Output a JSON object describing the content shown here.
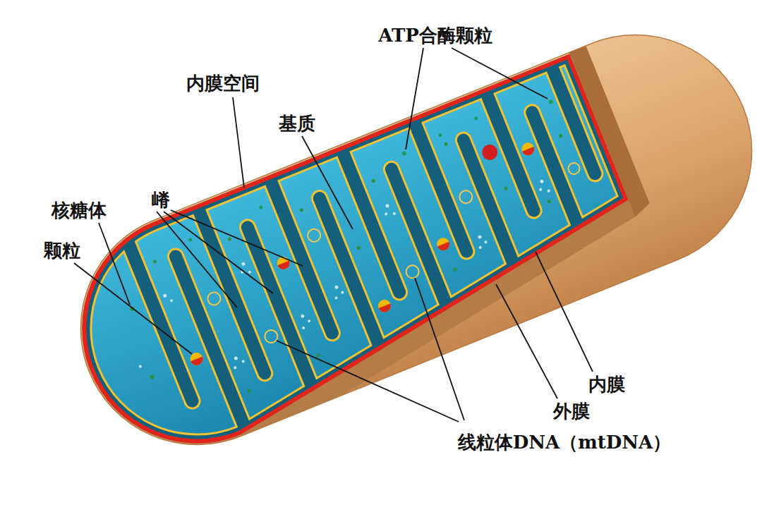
{
  "diagram": {
    "labels": [
      "ATP合酶颗粒",
      "内膜空间",
      "基质",
      "核糖体",
      "嵴",
      "颗粒",
      "内膜",
      "外膜",
      "线粒体DNA（mtDNA）"
    ]
  }
}
